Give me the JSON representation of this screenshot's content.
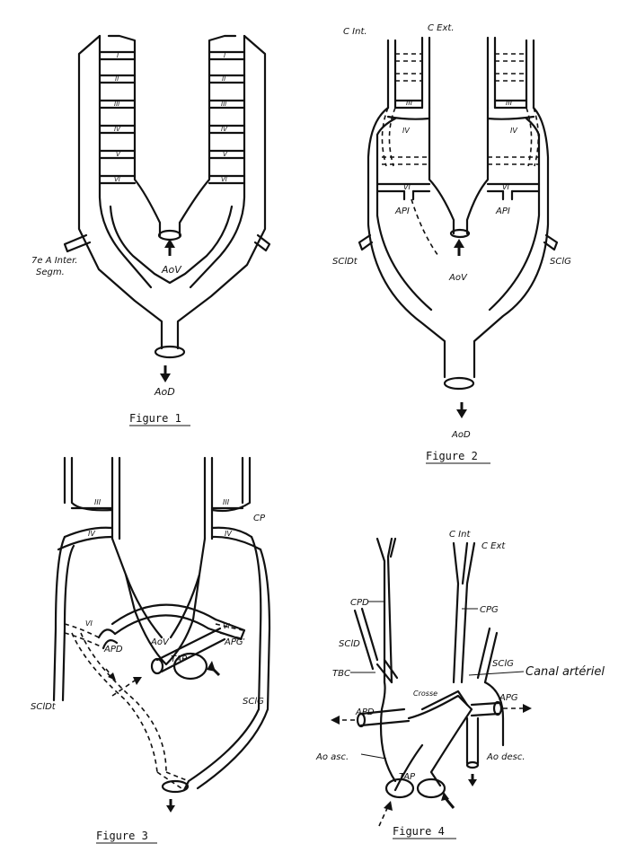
{
  "figure1": {
    "caption": "Figure 1",
    "arch_numerals": [
      "I",
      "II",
      "III",
      "IV",
      "V",
      "VI"
    ],
    "label_aov": "AoV",
    "label_aod": "AoD",
    "label_seg_1": "7e A Inter.",
    "label_seg_2": "Segm."
  },
  "figure2": {
    "caption": "Figure 2",
    "label_cint": "C Int.",
    "label_cext": "C Ext.",
    "label_iii_l": "III",
    "label_iii_r": "III",
    "label_iv_l": "IV",
    "label_iv_r": "IV",
    "label_vi_l": "VI",
    "label_vi_r": "VI",
    "label_api_l": "API",
    "label_api_r": "API",
    "label_scl_dt": "SClDt",
    "label_scl_g": "SClG",
    "label_aov": "AoV",
    "label_aod": "AoD"
  },
  "figure3": {
    "caption": "Figure 3",
    "label_iii_l": "III",
    "label_iii_r": "III",
    "label_iv_l": "IV",
    "label_iv_r": "IV",
    "label_vi_l": "VI",
    "label_vi_r": "VI",
    "label_cp": "CP",
    "label_apd": "APD",
    "label_apg": "APG",
    "label_aov": "AoV",
    "label_tap": "TAP",
    "label_scl_dt": "SClDt",
    "label_scl_g": "SClG"
  },
  "figure4": {
    "caption": "Figure 4",
    "label_cint": "C Int",
    "label_cext": "C Ext",
    "label_cpd": "CPD",
    "label_cpg": "CPG",
    "label_scld": "SClD",
    "label_sclg": "SClG",
    "label_tbc": "TBC",
    "label_canal": "Canal artériel",
    "label_crosse": "Crosse",
    "label_apd": "APD",
    "label_apg": "APG",
    "label_ao_asc": "Ao asc.",
    "label_ao_desc": "Ao desc.",
    "label_tap": "TAP"
  }
}
